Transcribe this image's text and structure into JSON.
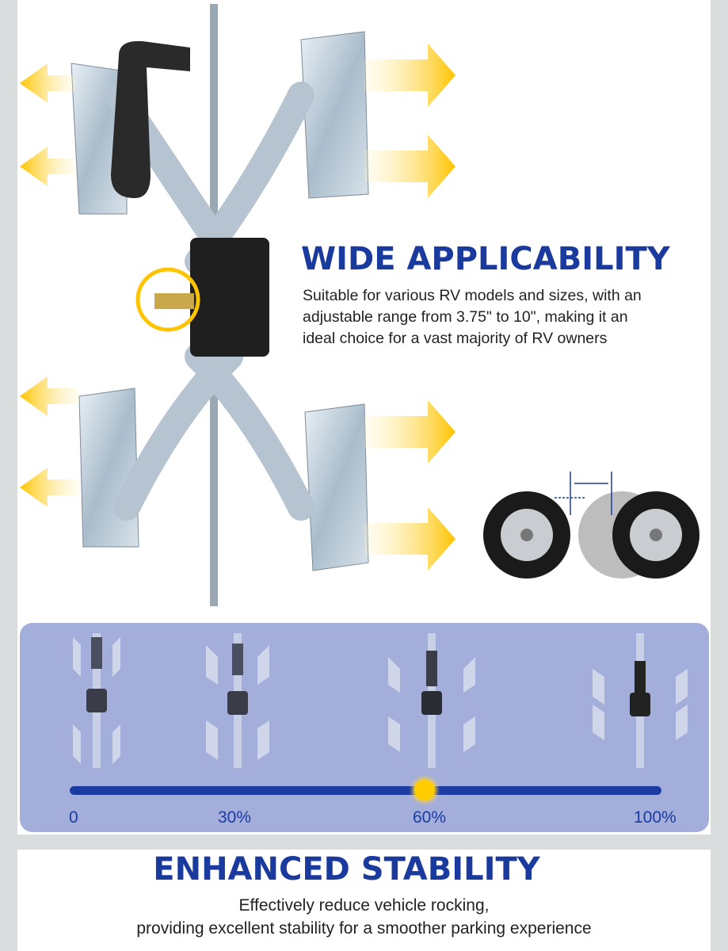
{
  "section1": {
    "title": "WIDE APPLICABILITY",
    "description_lines": [
      "Suitable for various RV models and sizes, with an",
      "adjustable range from 3.75\" to 10\", making it an",
      "ideal choice for a vast majority of RV owners"
    ]
  },
  "range_scale": {
    "labels": [
      "0",
      "30%",
      "60%",
      "100%"
    ],
    "current_value_percent": 60
  },
  "section2": {
    "title": "ENHANCED STABILITY",
    "description_lines": [
      "Effectively reduce vehicle rocking,",
      "providing excellent stability for a smoother parking experience"
    ]
  },
  "colors": {
    "accent_blue": "#1a3a9e",
    "arrow_yellow": "#ffc400",
    "range_background": "#a4aedb"
  }
}
